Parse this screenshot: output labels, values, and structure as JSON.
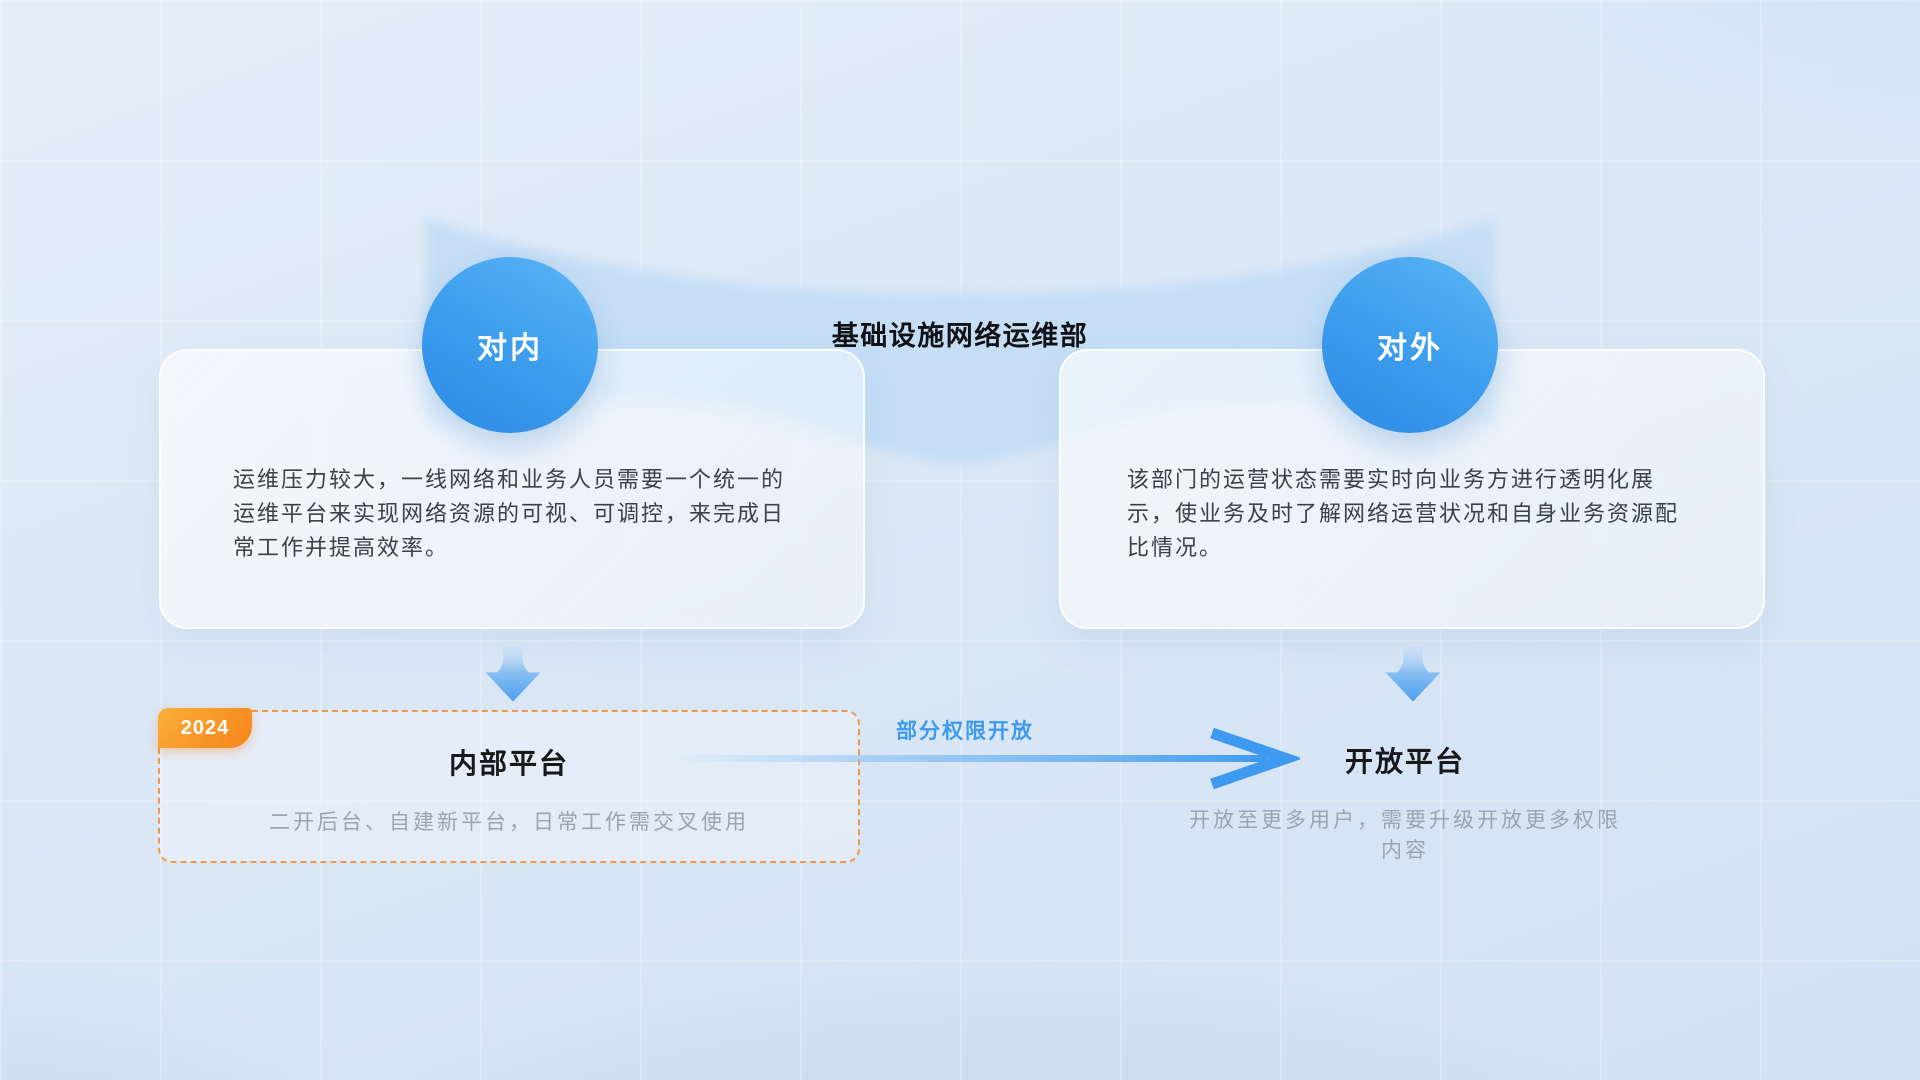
{
  "title": "基础设施网络运维部",
  "internal": {
    "circle_label": "对内",
    "description": "运维压力较大，一线网络和业务人员需要一个统一的运维平台来实现网络资源的可视、可调控，来完成日常工作并提高效率。",
    "platform": {
      "year_badge": "2024",
      "name": "内部平台",
      "note": "二开后台、自建新平台，日常工作需交叉使用"
    }
  },
  "external": {
    "circle_label": "对外",
    "description": "该部门的运营状态需要实时向业务方进行透明化展示，使业务及时了解网络运营状况和自身业务资源配比情况。",
    "platform": {
      "name": "开放平台",
      "note": "开放至更多用户，需要升级开放更多权限内容"
    }
  },
  "flow": {
    "label": "部分权限开放"
  },
  "colors": {
    "accent_blue": "#3e9af0",
    "badge_orange_light": "#fbb03b",
    "badge_orange_deep": "#f5821a",
    "dashed_border_orange": "#ef9749",
    "circle_blue_light": "#5cb5f5",
    "circle_blue_deep": "#2b89e4",
    "ribbon_blue": "#c4def5",
    "title_black": "#101215",
    "body_text": "#3b4149",
    "muted_text": "#9aa4ae"
  },
  "icons": {
    "down_arrow": "chunky-down-arrow",
    "flow_arrow": "right-chevron-arrow"
  }
}
